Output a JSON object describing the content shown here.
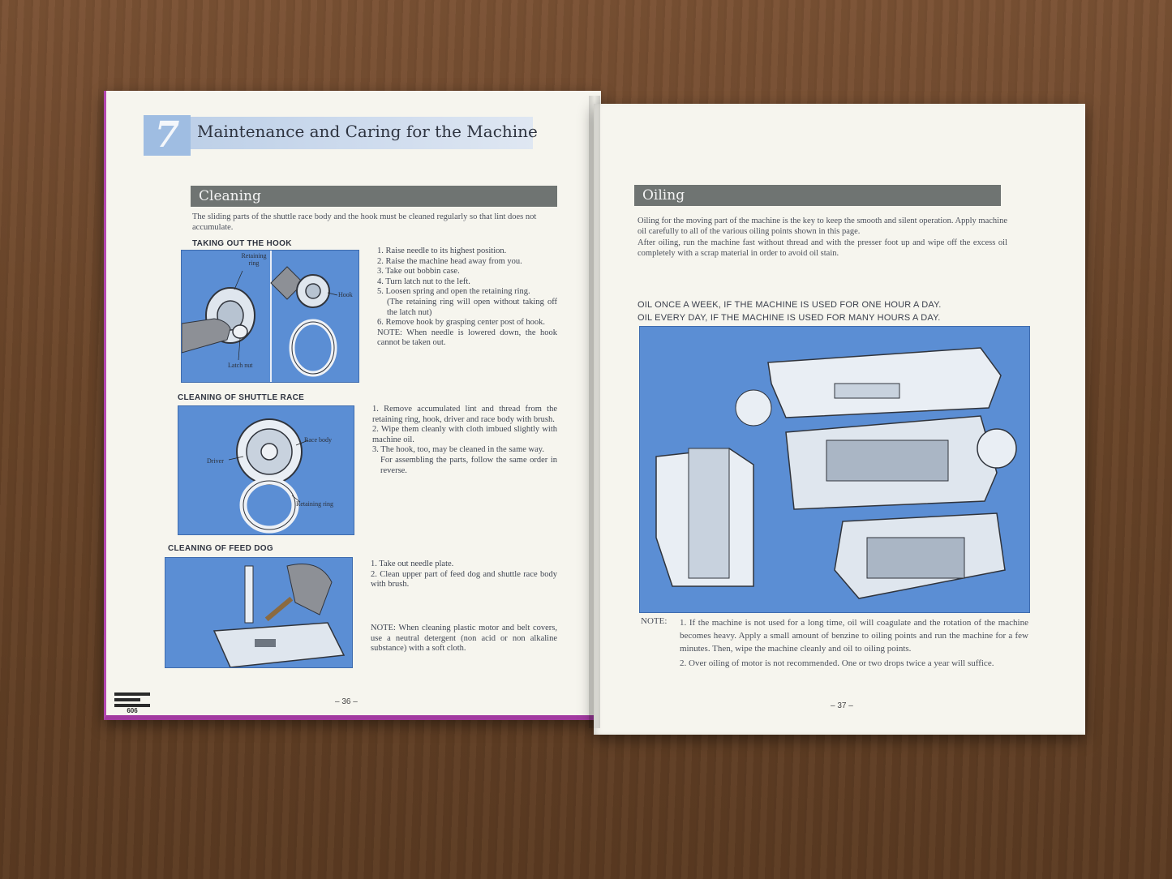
{
  "left_page": {
    "chapter_number": "7",
    "chapter_title": "Maintenance and Caring for the Machine",
    "cleaning": {
      "title": "Cleaning",
      "intro": "The sliding parts of the shuttle race body and the hook must be cleaned regularly so that lint does not accumulate.",
      "hook": {
        "heading": "TAKING OUT THE HOOK",
        "labels": {
          "retaining_ring": "Retaining ring",
          "hook": "Hook",
          "latch_nut": "Latch nut"
        },
        "steps": [
          "1. Raise needle to its highest position.",
          "2. Raise the machine head away from you.",
          "3. Take out bobbin case.",
          "4. Turn latch nut to the left.",
          "5. Loosen spring and open the retaining ring.",
          "(The retaining ring will open without taking off the latch nut)",
          "6. Remove hook by grasping center post of hook.",
          "NOTE: When needle is lowered down, the hook cannot be taken out."
        ]
      },
      "shuttle": {
        "heading": "CLEANING OF SHUTTLE RACE",
        "labels": {
          "race_body": "Race body",
          "driver": "Driver",
          "retaining_ring": "Retaining ring"
        },
        "steps": [
          "1. Remove accumulated lint and thread from the retaining ring, hook, driver and race body with brush.",
          "2. Wipe them cleanly with cloth imbued slightly with machine oil.",
          "3. The hook, too, may be cleaned in the same way.",
          "For assembling the parts, follow the same order in reverse."
        ]
      },
      "feed_dog": {
        "heading": "CLEANING OF FEED DOG",
        "steps": [
          "1. Take out needle plate.",
          "2. Clean upper part of feed dog and shuttle race body with brush."
        ],
        "note": "NOTE:  When cleaning plastic motor and belt covers, use a neutral detergent (non acid or non alkaline substance) with a soft cloth."
      }
    },
    "logo_text": "606",
    "page_number": "– 36 –"
  },
  "right_page": {
    "oiling": {
      "title": "Oiling",
      "intro_1": "Oiling for the moving part of the machine is the key to keep the smooth and silent operation. Apply machine oil carefully to all of the various oiling points shown in this page.",
      "intro_2": "After oiling, run the machine fast without thread and with the presser foot up and wipe off the excess oil completely with a scrap material in order to avoid oil stain.",
      "schedule_1": "OIL ONCE A WEEK, IF THE MACHINE IS USED FOR ONE HOUR A DAY.",
      "schedule_2": "OIL EVERY DAY, IF THE MACHINE IS USED FOR MANY HOURS A DAY.",
      "note_label": "NOTE:",
      "notes": [
        "1. If the machine is not used for a long time, oil will coagulate and the rotation of the machine becomes heavy. Apply a small amount of benzine to oiling points and run the machine for a few minutes. Then, wipe the machine cleanly and oil to oiling points.",
        "2. Over oiling of motor is not recommended. One or two drops twice a year will suffice."
      ]
    },
    "page_number": "– 37 –"
  },
  "colors": {
    "illustration_blue": "#5b8ed4",
    "section_bar_gray": "#6f7472",
    "chapter_band_blue": "#b9cde6",
    "page_edge_magenta": "#a23aa0"
  }
}
